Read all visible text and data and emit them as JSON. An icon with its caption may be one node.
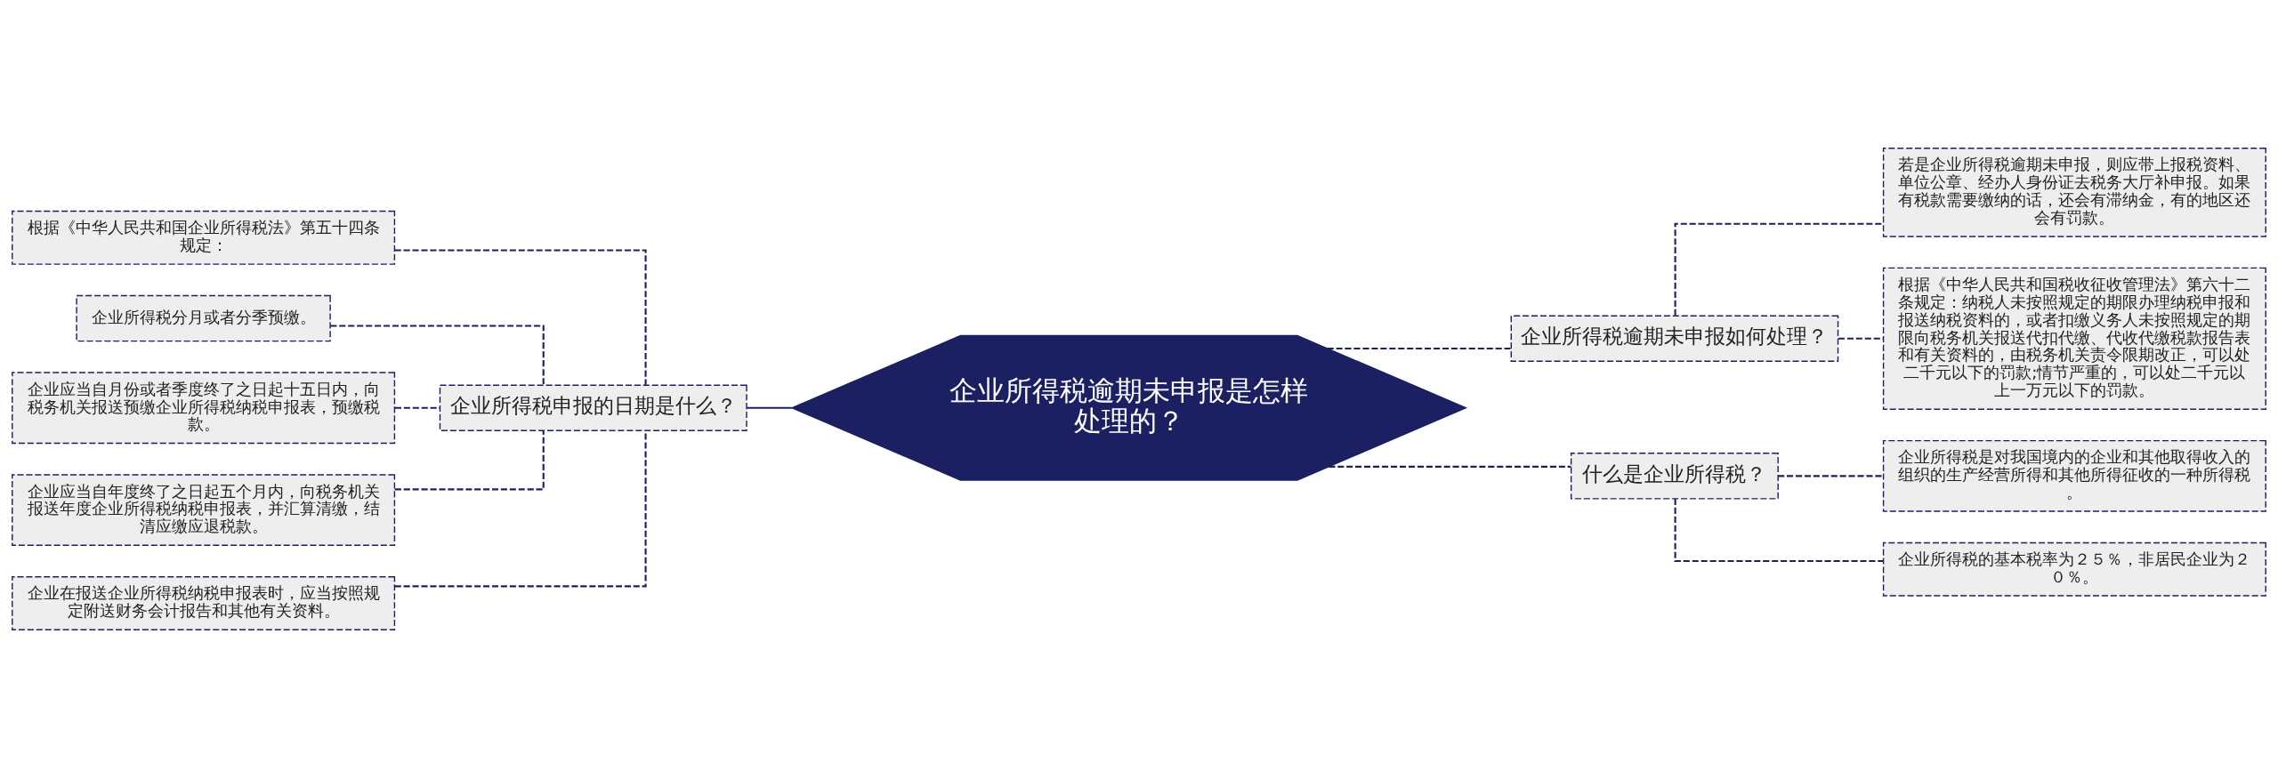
{
  "diagram": {
    "nodes": [
      {
        "text": [
          "企业所得税逾期未申报是怎样处理的？"
        ]
      },
      {
        "text": [
          "企业所得税申报的日期是什么？"
        ]
      },
      {
        "text": [
          "根据《中华人民共和国企业所得税法》第五十四条规定："
        ]
      },
      {
        "text": [
          "企业所得税分月或者分季预缴。"
        ]
      },
      {
        "text": [
          "企业应当自月份或者季度终了之日起十五日内，向税务机关报送预缴企业所得税纳税申报表，预缴税款。"
        ]
      },
      {
        "text": [
          "企业应当自年度终了之日起五个月内，向税务机关报送年度企业所得税纳税申报表，并汇算清缴，结清应缴应退税款。"
        ]
      },
      {
        "text": [
          "企业在报送企业所得税纳税申报表时，应当按照规定附送财务会计报告和其他有关资料。"
        ]
      },
      {
        "text": [
          "企业所得税逾期未申报如何处理？"
        ]
      },
      {
        "text": [
          "若是企业所得税逾期未申报，则应带上报税资料、单位公章、经办人身份证去税务大厅补申报。如果有税款需要缴纳的话，还会有滞纳金，有的地区还会有罚款。"
        ]
      },
      {
        "text": [
          "根据《中华人民共和国税收征收管理法》第六十二条规定：纳税人未按照规定的期限办理纳税申报和报送纳税资料的，或者扣缴义务人未按照规定的期限向税务机关报送代扣代缴、代收代缴税款报告表和有关资料的，由税务机关责令限期改正，可以处二千元以下的罚款;情节严重的，可以处二千元以上一万元以下的罚款。"
        ]
      },
      {
        "text": [
          "什么是企业所得税？"
        ]
      },
      {
        "text": [
          "企业所得税是对我国境内的企业和其他取得收入的组织的生产经营所得和其他所得征收的一种所得税。"
        ]
      },
      {
        "text": [
          "企业所得税的基本税率为２５％，非居民企业为２０％。"
        ]
      }
    ],
    "edges": [
      {
        "from": 0,
        "to": 1,
        "arrow": "none"
      },
      {
        "from": 1,
        "to": 2,
        "arrow": "none",
        "style": "dashed"
      },
      {
        "from": 1,
        "to": 3,
        "arrow": "none",
        "style": "dashed"
      },
      {
        "from": 1,
        "to": 4,
        "arrow": "none",
        "style": "dashed"
      },
      {
        "from": 1,
        "to": 5,
        "arrow": "none",
        "style": "dashed"
      },
      {
        "from": 1,
        "to": 6,
        "arrow": "none",
        "style": "dashed"
      },
      {
        "from": 0,
        "to": 7,
        "arrow": "none",
        "style": "dashed"
      },
      {
        "from": 7,
        "to": 8,
        "arrow": "none",
        "style": "dashed"
      },
      {
        "from": 7,
        "to": 9,
        "arrow": "none",
        "style": "dashed"
      },
      {
        "from": 0,
        "to": 10,
        "arrow": "none",
        "style": "dashed"
      },
      {
        "from": 10,
        "to": 11,
        "arrow": "none",
        "style": "dashed"
      },
      {
        "from": 10,
        "to": 12,
        "arrow": "none",
        "style": "dashed"
      }
    ]
  }
}
